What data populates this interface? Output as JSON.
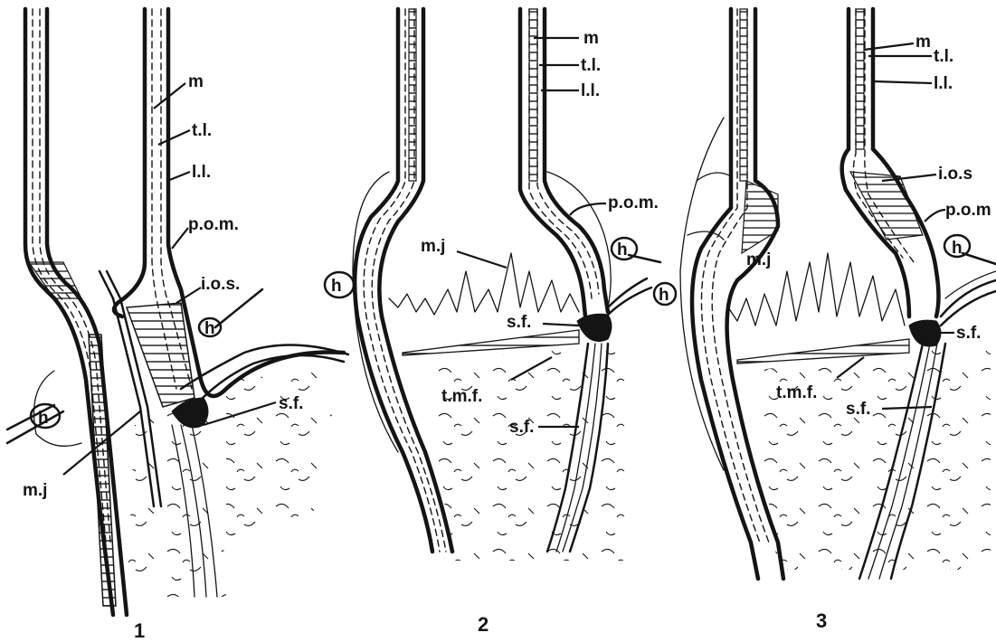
{
  "panels": [
    {
      "number": "1",
      "labels": {
        "m": "m",
        "tl": "t.l.",
        "ll": "l.l.",
        "pom": "p.o.m.",
        "ios": "i.o.s.",
        "h_right": "h",
        "h_left": "h",
        "sf": "s.f.",
        "mj": "m.j"
      }
    },
    {
      "number": "2",
      "labels": {
        "m": "m",
        "tl": "t.l.",
        "ll": "l.l.",
        "pom": "p.o.m.",
        "mj": "m.j",
        "h_left": "h",
        "h_right_upper": "h",
        "h_right_lower": "h",
        "sf_upper": "s.f.",
        "tmf": "t.m.f.",
        "sf_lower": "s.f."
      }
    },
    {
      "number": "3",
      "labels": {
        "m": "m",
        "tl": "t.l.",
        "ll": "l.l.",
        "ios": "i.o.s",
        "pom": "p.o.m",
        "mj": "m.j",
        "h": "h",
        "sf_upper": "s.f.",
        "tmf": "t.m.f.",
        "sf_lower": "s.f."
      }
    }
  ]
}
